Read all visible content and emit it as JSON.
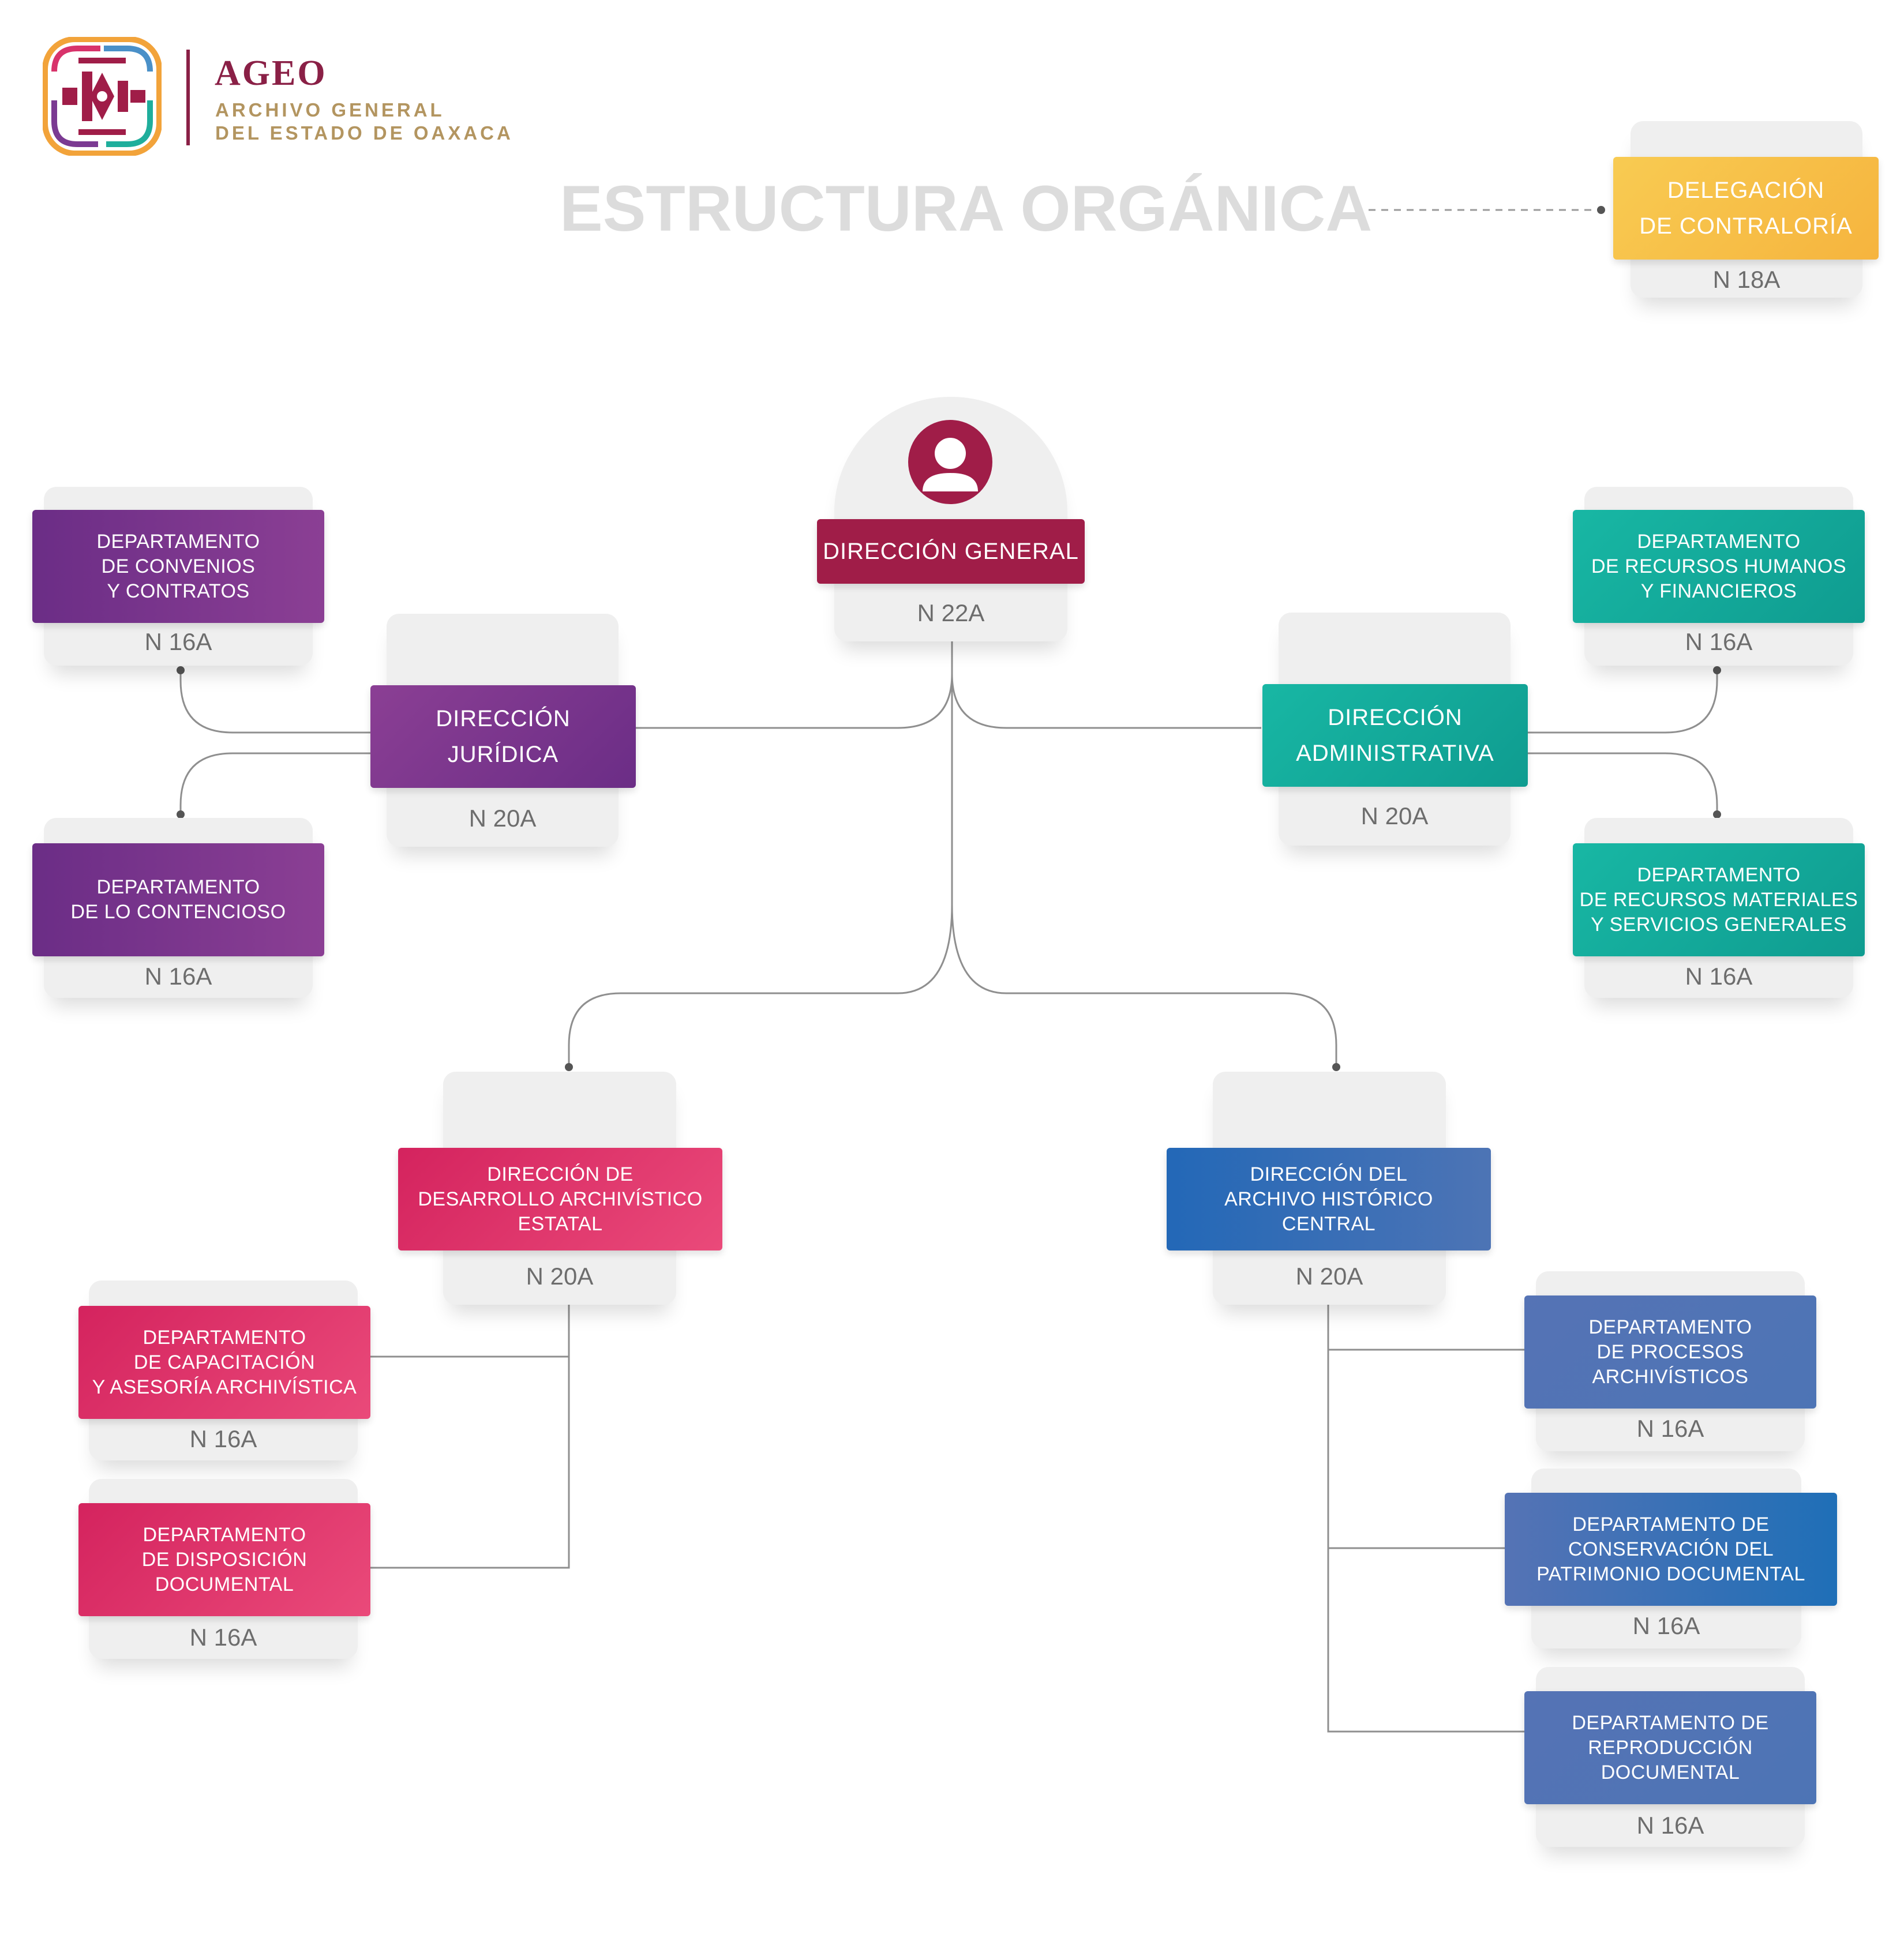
{
  "header": {
    "brand": "AGEO",
    "subtitle_line1": "ARCHIVO GENERAL",
    "subtitle_line2": "DEL ESTADO DE OAXACA",
    "title": "ESTRUCTURA ORGÁNICA"
  },
  "icons": {
    "logo": "ageo-logo-icon",
    "avatar": "user-avatar-icon"
  },
  "colors": {
    "maroon": "#a01d48",
    "purple": "#7a3590",
    "teal": "#13a99a",
    "pink": "#e03468",
    "blue": "#5573b5",
    "yellow": "#f7bf48",
    "gold": "#b39560"
  },
  "nodes": {
    "contraloria": {
      "lines": [
        "DELEGACIÓN",
        "DE CONTRALORÍA"
      ],
      "level": "N 18A"
    },
    "general": {
      "lines": [
        "DIRECCIÓN GENERAL"
      ],
      "level": "N 22A"
    },
    "juridica": {
      "lines": [
        "DIRECCIÓN",
        "JURÍDICA"
      ],
      "level": "N 20A"
    },
    "convenios": {
      "lines": [
        "DEPARTAMENTO",
        "DE CONVENIOS",
        "Y CONTRATOS"
      ],
      "level": "N 16A"
    },
    "contencioso": {
      "lines": [
        "DEPARTAMENTO",
        "DE LO CONTENCIOSO"
      ],
      "level": "N 16A"
    },
    "administrativa": {
      "lines": [
        "DIRECCIÓN",
        "ADMINISTRATIVA"
      ],
      "level": "N 20A"
    },
    "rh": {
      "lines": [
        "DEPARTAMENTO",
        "DE RECURSOS HUMANOS",
        "Y FINANCIEROS"
      ],
      "level": "N 16A"
    },
    "rm": {
      "lines": [
        "DEPARTAMENTO",
        "DE RECURSOS MATERIALES",
        "Y SERVICIOS GENERALES"
      ],
      "level": "N 16A"
    },
    "desarrollo": {
      "lines": [
        "DIRECCIÓN DE",
        "DESARROLLO ARCHIVÍSTICO",
        "ESTATAL"
      ],
      "level": "N 20A"
    },
    "capacitacion": {
      "lines": [
        "DEPARTAMENTO",
        "DE CAPACITACIÓN",
        "Y ASESORÍA ARCHIVÍSTICA"
      ],
      "level": "N 16A"
    },
    "disposicion": {
      "lines": [
        "DEPARTAMENTO",
        "DE DISPOSICIÓN",
        "DOCUMENTAL"
      ],
      "level": "N 16A"
    },
    "historico": {
      "lines": [
        "DIRECCIÓN DEL",
        "ARCHIVO HISTÓRICO",
        "CENTRAL"
      ],
      "level": "N 20A"
    },
    "procesos": {
      "lines": [
        "DEPARTAMENTO",
        "DE PROCESOS",
        "ARCHIVÍSTICOS"
      ],
      "level": "N 16A"
    },
    "conservacion": {
      "lines": [
        "DEPARTAMENTO DE",
        "CONSERVACIÓN DEL",
        "PATRIMONIO DOCUMENTAL"
      ],
      "level": "N 16A"
    },
    "reproduccion": {
      "lines": [
        "DEPARTAMENTO DE",
        "REPRODUCCIÓN",
        "DOCUMENTAL"
      ],
      "level": "N 16A"
    }
  }
}
